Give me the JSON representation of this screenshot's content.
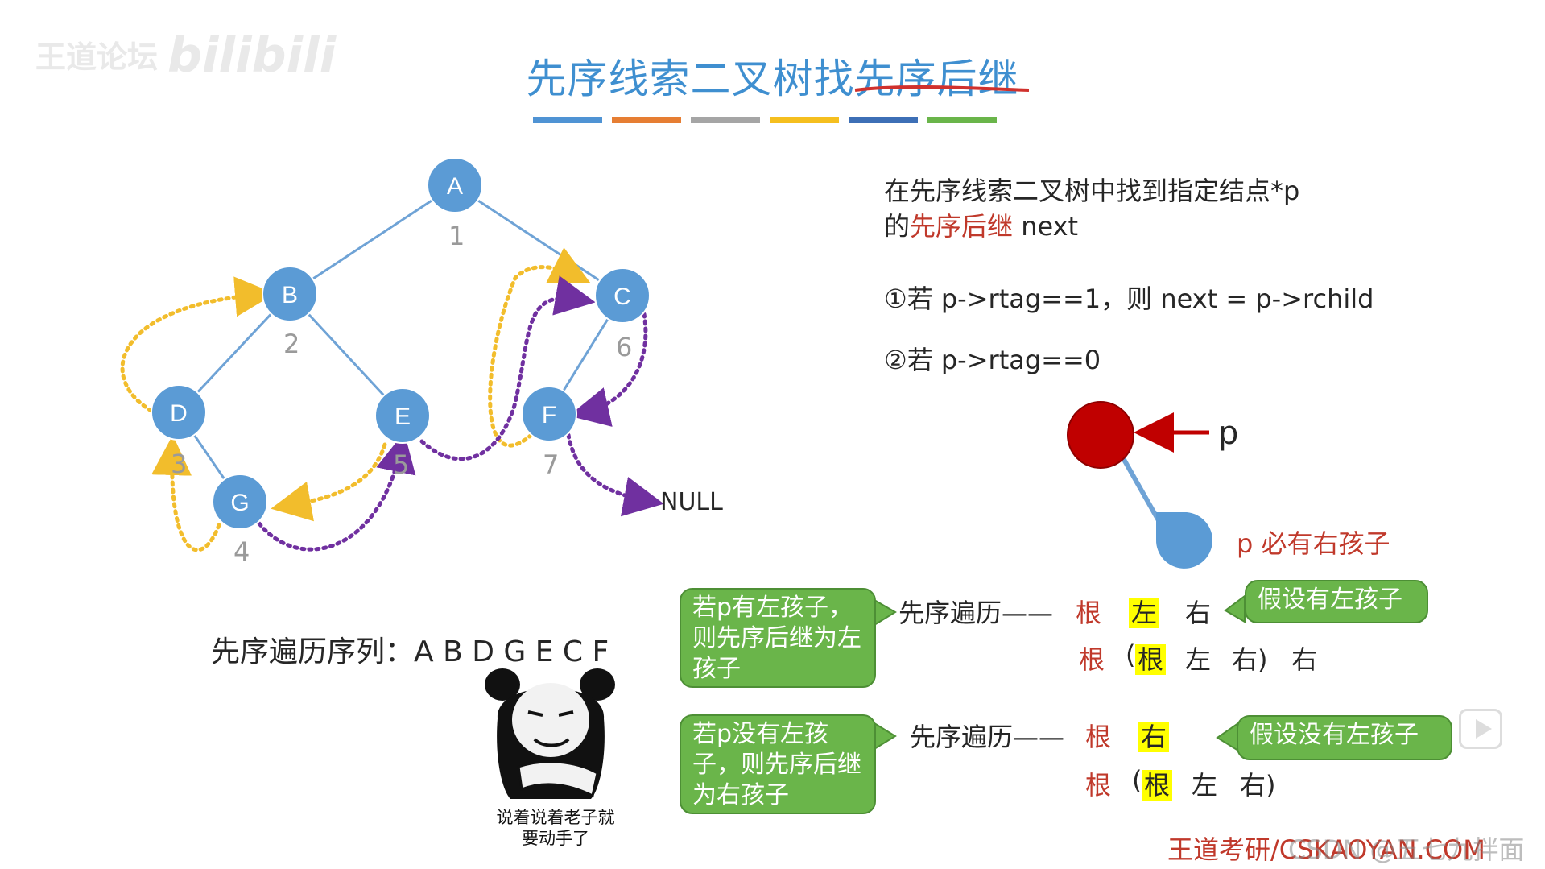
{
  "title": "先序线索二叉树找先序后继",
  "watermark": {
    "text": "王道论坛",
    "logo": "bilibili"
  },
  "color_bar": [
    "#4f93d4",
    "#e67e33",
    "#a5a5a5",
    "#f5bf1f",
    "#3d6fb6",
    "#6ab54a"
  ],
  "tree": {
    "nodes": [
      {
        "label": "A",
        "order": "1"
      },
      {
        "label": "B",
        "order": "2"
      },
      {
        "label": "C",
        "order": "6"
      },
      {
        "label": "D",
        "order": "3"
      },
      {
        "label": "E",
        "order": "5"
      },
      {
        "label": "F",
        "order": "7"
      },
      {
        "label": "G",
        "order": "4"
      }
    ],
    "null_label": "NULL",
    "colors": {
      "node": "#5b9bd5",
      "edge": "#6fa3d6",
      "preorder_thread": "#f2bd2c",
      "thread": "#7030a0"
    }
  },
  "sequence": {
    "prefix": "先序遍历序列：",
    "value": "A B D G E C F"
  },
  "intro": {
    "line1": "在先序线索二叉树中找到指定结点*p",
    "line2_prefix": "的",
    "line2_highlight": "先序后继",
    "line2_suffix": " next"
  },
  "case1": "①若 p->rtag==1，则 next = p->rchild",
  "case2": "②若 p->rtag==0",
  "p_diagram": {
    "pointer_label": "p",
    "note": "p 必有右孩子",
    "node_color": "#c00000",
    "child_color": "#5b9bd5"
  },
  "callouts": {
    "has_left": "若p有左孩子，则先序后继为左孩子",
    "no_left": "若p没有左孩子，则先序后继为右孩子",
    "assume_left": "假设有左孩子",
    "assume_no_left": "假设没有左孩子"
  },
  "traversal_1": {
    "label": "先序遍历——",
    "row1": [
      "根",
      "左",
      "右"
    ],
    "row2": [
      "根",
      "(",
      "根",
      "左",
      "右)",
      "右"
    ]
  },
  "traversal_2": {
    "label": "先序遍历——",
    "row1": [
      "根",
      "右"
    ],
    "row2": [
      "根",
      "(",
      "根",
      "左",
      "右)"
    ]
  },
  "meme": {
    "line1": "说着说着老子就",
    "line2": "要动手了"
  },
  "site": "王道考研/CSKAOYAN.COM",
  "site_overlay": "CSDN @五七九拌面"
}
